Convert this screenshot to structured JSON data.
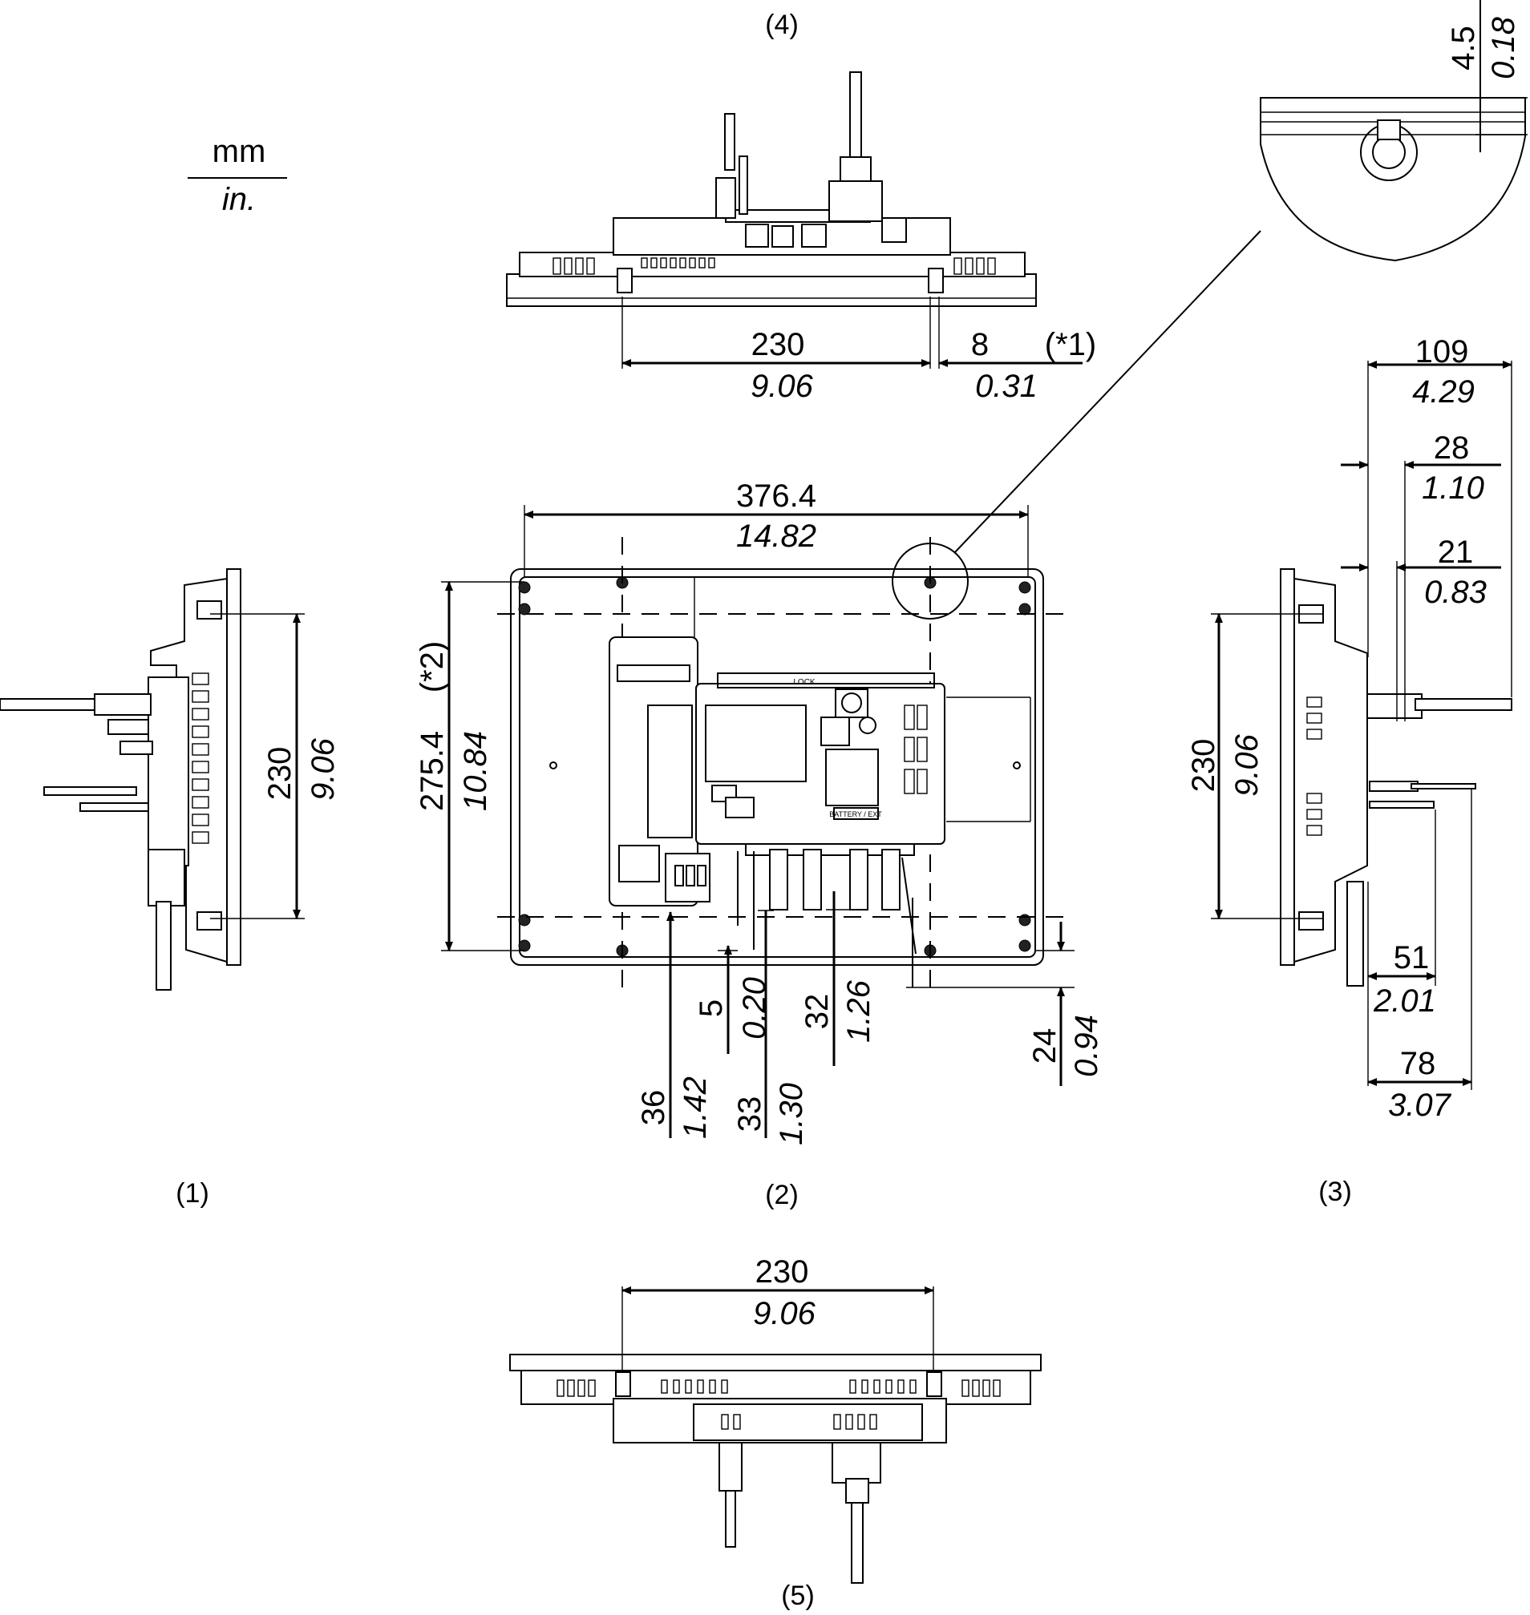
{
  "units": {
    "primary": "mm",
    "secondary": "in."
  },
  "views": {
    "side_left": "(1)",
    "rear": "(2)",
    "side_right": "(3)",
    "top": "(4)",
    "bottom": "(5)"
  },
  "dims": {
    "top_width_mm": "230",
    "top_width_in": "9.06",
    "top_offset_mm": "8",
    "top_offset_note": "(*1)",
    "top_offset_in": "0.31",
    "detail_gap_mm": "4.5",
    "detail_gap_in": "0.18",
    "rear_width_mm": "376.4",
    "rear_width_in": "14.82",
    "rear_height_mm": "275.4",
    "rear_height_note": "(*2)",
    "rear_height_in": "10.84",
    "left_height_mm": "230",
    "left_height_in": "9.06",
    "right_height_mm": "230",
    "right_height_in": "9.06",
    "depth_total_mm": "109",
    "depth_total_in": "4.29",
    "depth_28_mm": "28",
    "depth_28_in": "1.10",
    "depth_21_mm": "21",
    "depth_21_in": "0.83",
    "cable_51_mm": "51",
    "cable_51_in": "2.01",
    "cable_78_mm": "78",
    "cable_78_in": "3.07",
    "rear_36_mm": "36",
    "rear_36_in": "1.42",
    "rear_5_mm": "5",
    "rear_5_in": "0.20",
    "rear_33_mm": "33",
    "rear_33_in": "1.30",
    "rear_32_mm": "32",
    "rear_32_in": "1.26",
    "rear_24_mm": "24",
    "rear_24_in": "0.94",
    "bottom_width_mm": "230",
    "bottom_width_in": "9.06"
  },
  "module_labels": {
    "lock": "LOCK",
    "battery_ext": "BATTERY / EXT"
  }
}
